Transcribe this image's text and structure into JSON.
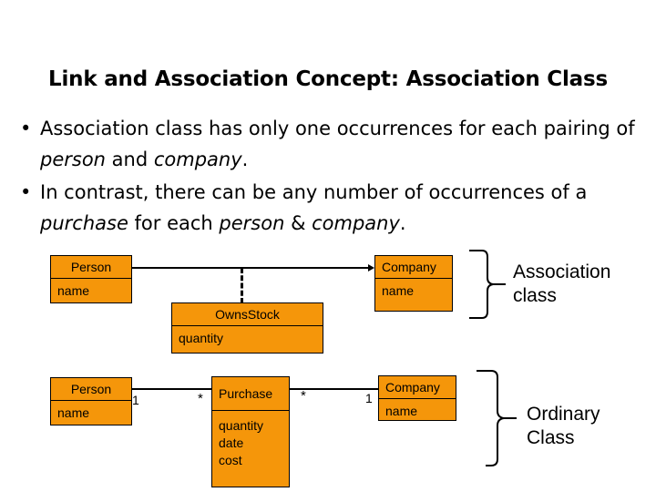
{
  "slide": {
    "title": "Link and Association Concept: Association Class",
    "bullets": [
      {
        "marker": "•",
        "segments": [
          {
            "text": "Association class has only one occurrences for each pairing of ",
            "italic": false
          },
          {
            "text": "person",
            "italic": true
          },
          {
            "text": " and ",
            "italic": false
          },
          {
            "text": "company",
            "italic": true
          },
          {
            "text": ".",
            "italic": false
          }
        ]
      },
      {
        "marker": "•",
        "segments": [
          {
            "text": "In contrast, there can be any number of occurrences of a ",
            "italic": false
          },
          {
            "text": "purchase",
            "italic": true
          },
          {
            "text": " for each ",
            "italic": false
          },
          {
            "text": "person",
            "italic": true
          },
          {
            "text": " & ",
            "italic": false
          },
          {
            "text": "company",
            "italic": true
          },
          {
            "text": ".",
            "italic": false
          }
        ]
      }
    ]
  },
  "colors": {
    "class_fill": "#F5960A",
    "outline": "#000000",
    "background": "#FFFFFF",
    "text": "#000000"
  },
  "diagram_top": {
    "person": {
      "name": "Person",
      "attributes": [
        "name"
      ]
    },
    "company": {
      "name": "Company",
      "attributes": [
        "name"
      ]
    },
    "association_class": {
      "name": "OwnsStock",
      "attributes": [
        "quantity"
      ]
    },
    "connector": {
      "style": "solid",
      "arrow": "open-arrow-to-company"
    },
    "association_link": {
      "style": "dashed"
    },
    "annotation": "Association\nclass",
    "annotation_line1": "Association",
    "annotation_line2": "class"
  },
  "diagram_bottom": {
    "person": {
      "name": "Person",
      "attributes": [
        "name"
      ]
    },
    "purchase": {
      "name": "Purchase",
      "attributes": [
        "quantity",
        "date",
        "cost"
      ]
    },
    "company": {
      "name": "Company",
      "attributes": [
        "name"
      ]
    },
    "multiplicities": {
      "person_end": "1",
      "purchase_left_end": "*",
      "purchase_right_end": "*",
      "company_end": "1"
    },
    "annotation_line1": "Ordinary",
    "annotation_line2": "Class"
  }
}
